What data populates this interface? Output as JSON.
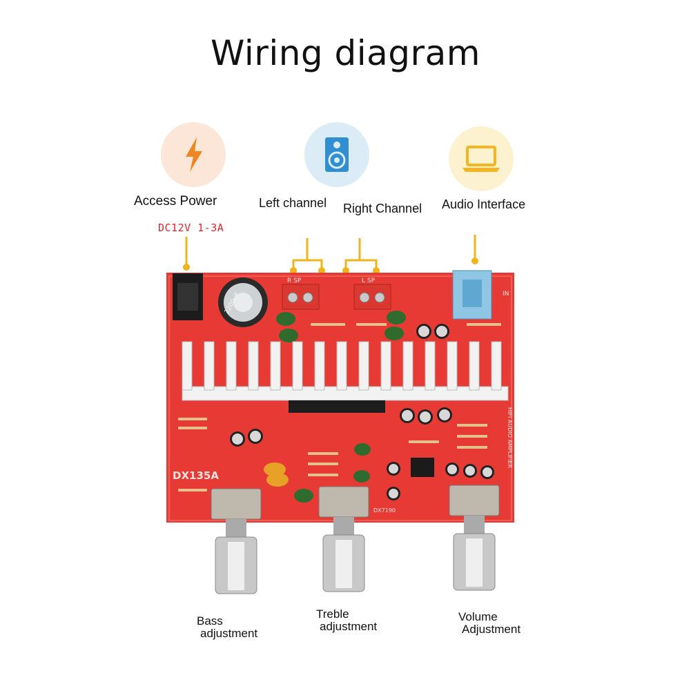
{
  "title": "Wiring diagram",
  "callouts": {
    "power": {
      "label": "Access Power",
      "sub": "DC12V 1-3A",
      "icon": "lightning-icon",
      "icon_bg": "#fbe6d7",
      "icon_color": "#f0861f"
    },
    "left": {
      "label": "Left channel",
      "icon": "speaker-icon",
      "icon_bg": "#dcecf7",
      "icon_color": "#2f8fd1"
    },
    "right": {
      "label": "Right Channel"
    },
    "audio": {
      "label": "Audio Interface",
      "icon": "laptop-icon",
      "icon_bg": "#fdf2cf",
      "icon_color": "#f3b621"
    }
  },
  "board": {
    "model": "DX135A",
    "silk_rsp": "R SP",
    "silk_lsp": "L SP",
    "silk_cap": "2200uF",
    "silk_in": "IN",
    "silk_side": "HIFI AUDIO AMPLIFIER",
    "silk_chip": "DX7190",
    "board_color": "#e83a35",
    "line_color": "#f1b418"
  },
  "knobs": [
    {
      "line1": "Bass",
      "line2": "adjustment"
    },
    {
      "line1": "Treble",
      "line2": "adjustment"
    },
    {
      "line1": "Volume",
      "line2": "Adjustment"
    }
  ]
}
